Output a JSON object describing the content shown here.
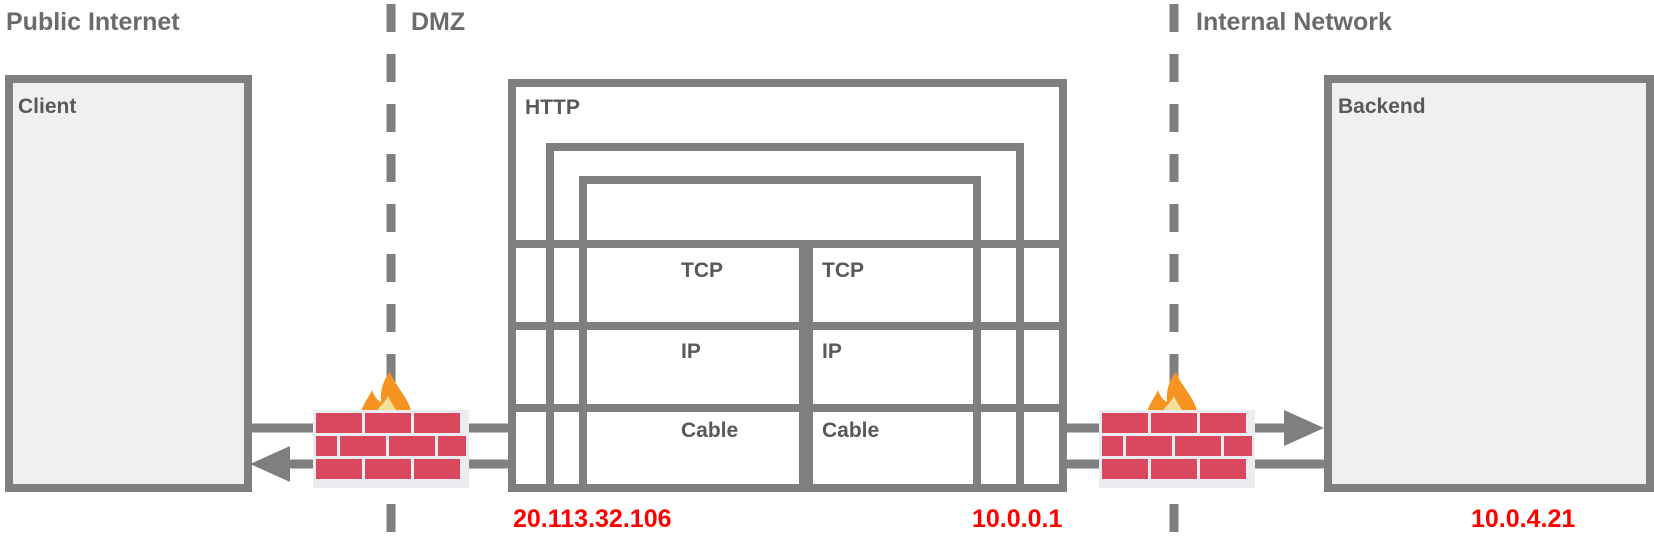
{
  "palette": {
    "stroke_gray": "#7f7f7f",
    "host_fill": "#f0f0f0",
    "text_gray": "#595959",
    "zone_title_gray": "#6b6b6b",
    "ip_red": "#fe0000",
    "brick_red": "#d9485f",
    "brick_mortar": "#ebebf0",
    "flame_outer": "#f79421",
    "flame_inner": "#f5e09a",
    "background": "#ffffff"
  },
  "zones": [
    {
      "id": "public-internet",
      "label": "Public Internet"
    },
    {
      "id": "dmz",
      "label": "DMZ"
    },
    {
      "id": "internal-network",
      "label": "Internal Network"
    }
  ],
  "hosts": [
    {
      "id": "client",
      "label": "Client"
    },
    {
      "id": "backend",
      "label": "Backend"
    }
  ],
  "stacks": [
    {
      "id": "reverse-proxy-outer",
      "top_label": "HTTP",
      "layers": [
        "TCP",
        "IP",
        "Cable"
      ],
      "ip_address": "20.113.32.106"
    },
    {
      "id": "reverse-proxy-inner",
      "top_label": "",
      "layers": [
        "TCP",
        "IP",
        "Cable"
      ],
      "ip_address": "10.0.0.1"
    }
  ],
  "ip_labels": [
    {
      "id": "ip-dmz-public",
      "value": "20.113.32.106"
    },
    {
      "id": "ip-dmz-internal",
      "value": "10.0.0.1"
    },
    {
      "id": "ip-backend",
      "value": "10.0.4.21"
    }
  ],
  "firewalls": [
    {
      "id": "firewall-left",
      "name": "firewall-icon"
    },
    {
      "id": "firewall-right",
      "name": "firewall-icon"
    }
  ],
  "boundaries": [
    {
      "id": "boundary-dmz-edge",
      "style": "dashed"
    },
    {
      "id": "boundary-internal-edge",
      "style": "dashed"
    }
  ],
  "flows": [
    {
      "id": "flow-inbound-to-proxy",
      "direction": "right"
    },
    {
      "id": "flow-outbound-to-client",
      "direction": "left"
    },
    {
      "id": "flow-proxy-to-backend",
      "direction": "right"
    },
    {
      "id": "flow-backend-return",
      "direction": "left"
    }
  ]
}
